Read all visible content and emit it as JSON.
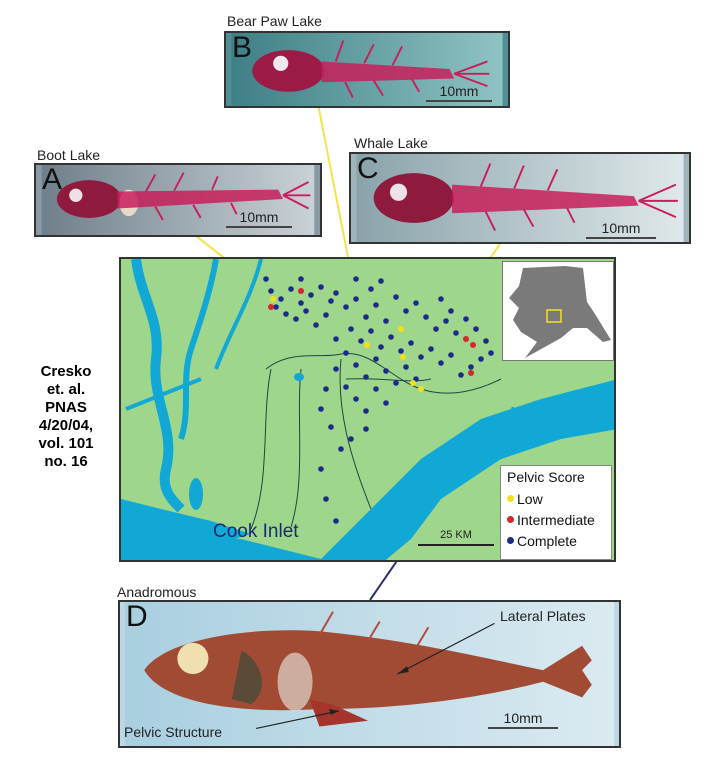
{
  "panels": {
    "b": {
      "lake": "Bear Paw Lake",
      "letter": "B",
      "scale": "10mm"
    },
    "a": {
      "lake": "Boot Lake",
      "letter": "A",
      "scale": "10mm"
    },
    "c": {
      "lake": "Whale Lake",
      "letter": "C",
      "scale": "10mm"
    },
    "d": {
      "lake": "Anadromous",
      "letter": "D",
      "scale": "10mm",
      "label_plates": "Lateral Plates",
      "label_pelvic": "Pelvic Structure"
    }
  },
  "citation": [
    "Cresko",
    "et. al.",
    "PNAS",
    "4/20/04,",
    "vol. 101",
    "no. 16"
  ],
  "map": {
    "inlet_label": "Cook Inlet",
    "scale_label": "25 KM",
    "legend": {
      "title": "Pelvic Score",
      "items": [
        {
          "label": "Low",
          "color": "#f2e01c"
        },
        {
          "label": "Intermediate",
          "color": "#d6282b"
        },
        {
          "label": "Complete",
          "color": "#1c2a8c"
        }
      ]
    }
  },
  "colors": {
    "land": "#9ed78b",
    "water": "#12a8d6",
    "connector_yellow": "#f5e24a",
    "skeleton": "#c81e5a"
  }
}
